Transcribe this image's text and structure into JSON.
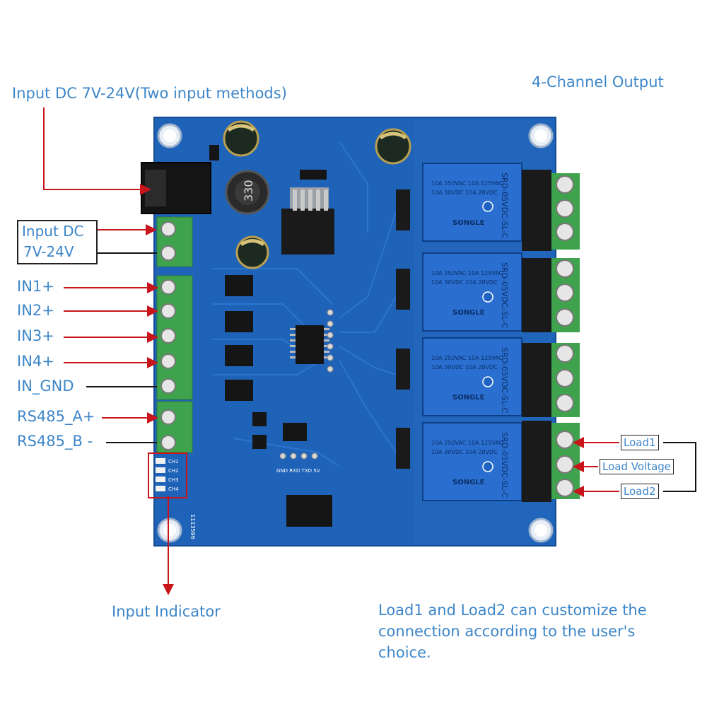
{
  "labels": {
    "input_dc_top": "Input DC  7V-24V(Two input methods)",
    "four_channel": "4-Channel Output",
    "input_dc_box_line1": "Input DC",
    "input_dc_box_line2": "7V-24V",
    "in1": "IN1+",
    "in2": "IN2+",
    "in3": "IN3+",
    "in4": "IN4+",
    "in_gnd": "IN_GND",
    "rs485_a": "RS485_A+",
    "rs485_b": "RS485_B -",
    "input_indicator": "Input Indicator",
    "load1": "Load1",
    "load_voltage": "Load Voltage",
    "load2": "Load2",
    "note": "Load1 and Load2 can customize the connection according to the user's choice."
  },
  "board": {
    "relay_model": "SRD-05VDC-SL-C",
    "relay_brand": "SONGLE",
    "relay_spec1": "10A 250VAC 10A 125VAC",
    "relay_spec2": "10A 30VDC 10A 28VDC",
    "inductor": "330",
    "led_labels": [
      "CH1",
      "CH2",
      "CH3",
      "CH4"
    ],
    "serial_header": "GND RXD TXD 5V",
    "board_id": "1113596"
  },
  "colors": {
    "label_blue": "#3d86c9",
    "arrow_red": "#c8151b",
    "pcb_blue": "#1f63b8",
    "relay_blue": "#2a6fd0",
    "terminal_green": "#3fa34d"
  }
}
